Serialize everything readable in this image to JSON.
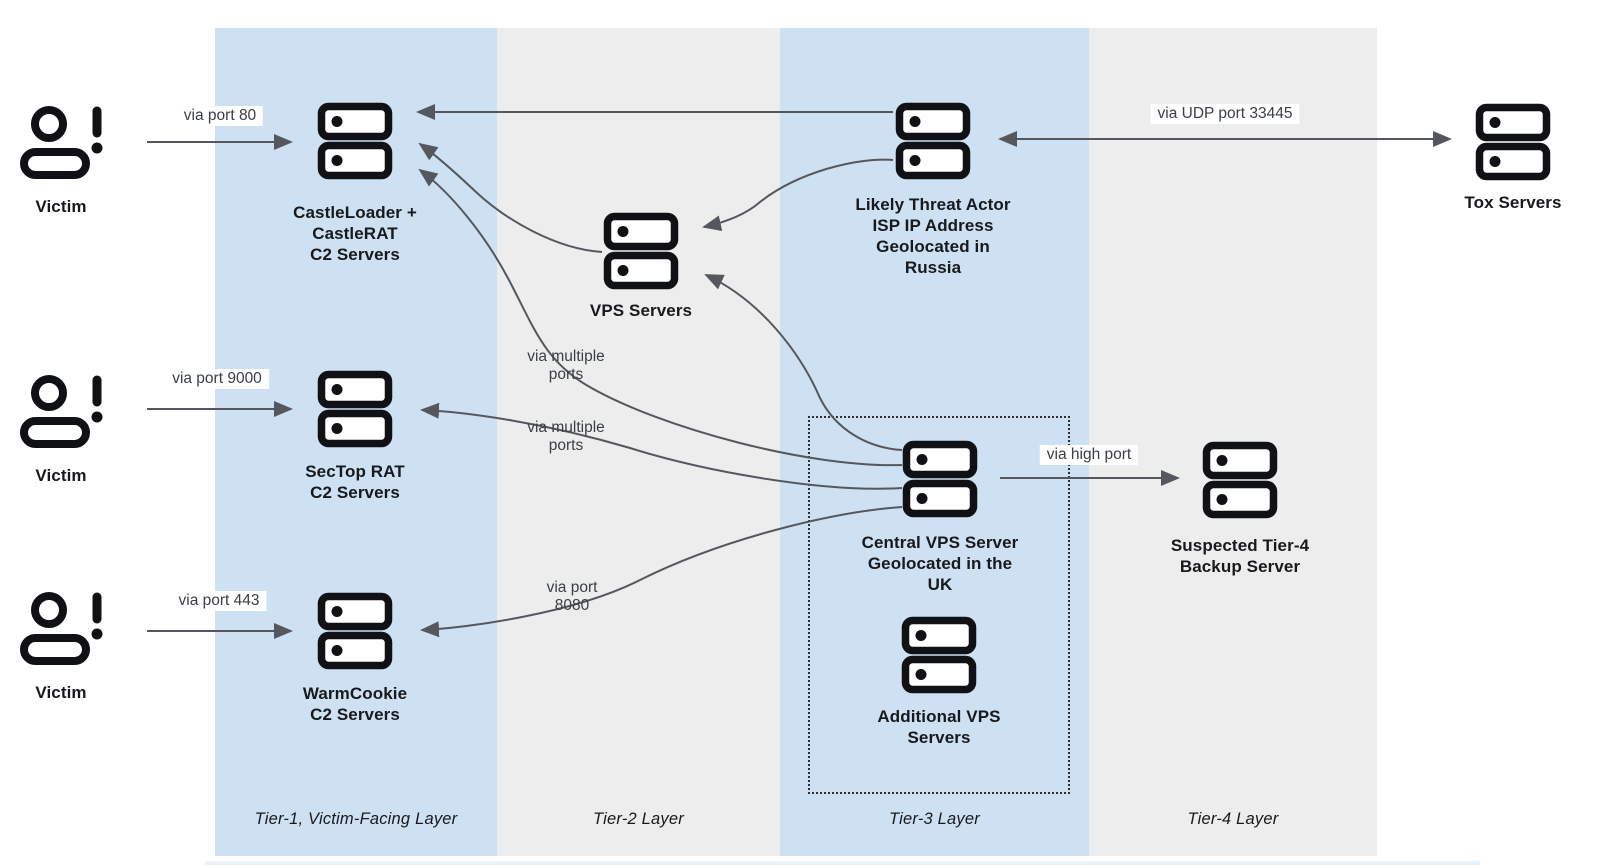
{
  "colors": {
    "tier_blue": "#cee1f2",
    "tier_gray": "#ededed",
    "arrow_gray": "#54585e",
    "node_text": "#17191c",
    "edge_label_text": "#3a3f45",
    "icon_black": "#101114"
  },
  "tiers": [
    {
      "label": "Tier-1, Victim-Facing Layer"
    },
    {
      "label": "Tier-2 Layer"
    },
    {
      "label": "Tier-3 Layer"
    },
    {
      "label": "Tier-4 Layer"
    }
  ],
  "victims": [
    {
      "label": "Victim"
    },
    {
      "label": "Victim"
    },
    {
      "label": "Victim"
    }
  ],
  "nodes": {
    "castleloader": {
      "label": "CastleLoader +\nCastleRAT\nC2 Servers"
    },
    "sectop": {
      "label": "SecTop RAT\nC2 Servers"
    },
    "warmcookie": {
      "label": "WarmCookie\nC2 Servers"
    },
    "vps": {
      "label": "VPS Servers"
    },
    "threat_actor": {
      "label": "Likely Threat Actor\nISP IP Address\nGeolocated in\nRussia"
    },
    "tox": {
      "label": "Tox Servers"
    },
    "central_vps": {
      "label": "Central VPS Server\nGeolocated in the\nUK"
    },
    "additional_vps": {
      "label": "Additional VPS\nServers"
    },
    "tier4_backup": {
      "label": "Suspected Tier-4\nBackup Server"
    }
  },
  "edge_labels": {
    "port80": "via port 80",
    "port9000": "via port 9000",
    "port443": "via port 443",
    "udp33445": "via UDP port 33445",
    "multi1": "via multiple\nports",
    "multi2": "via multiple\nports",
    "port8080": "via port\n8080",
    "highport": "via high port"
  }
}
